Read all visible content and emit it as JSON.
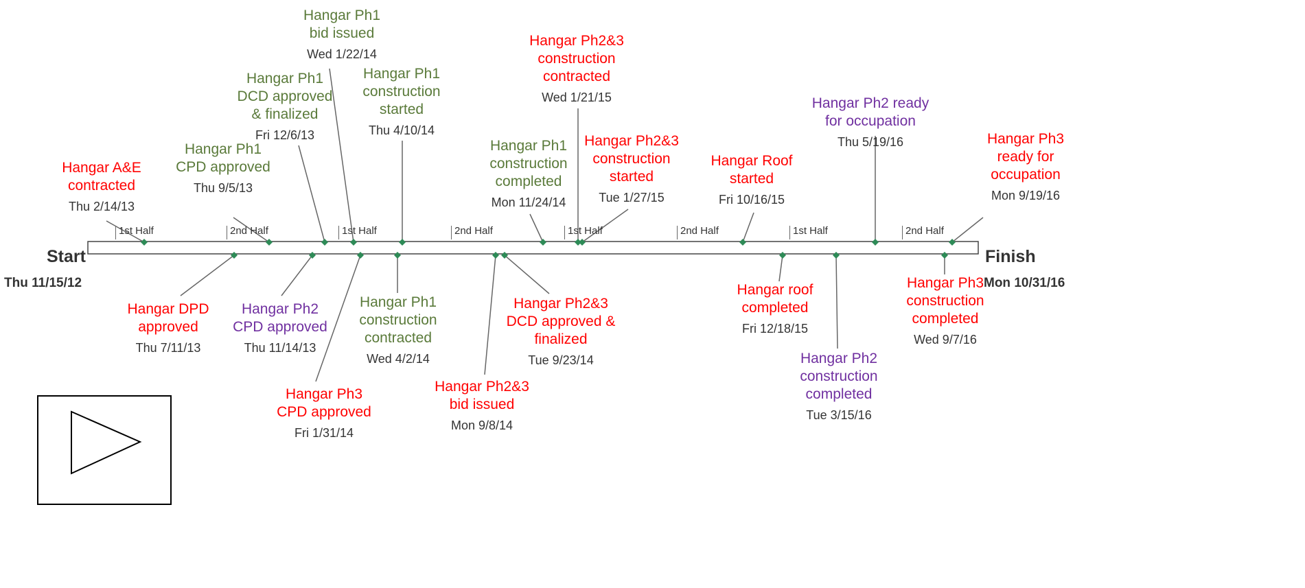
{
  "timeline": {
    "start": {
      "title": "Start",
      "date": "Thu 11/15/12"
    },
    "finish": {
      "title": "Finish",
      "date": "Mon 10/31/16"
    },
    "periods": [
      "1st Half",
      "2nd Half",
      "1st Half",
      "2nd Half",
      "1st Half",
      "2nd Half",
      "1st Half",
      "2nd Half"
    ],
    "colors": {
      "red": "#ff0000",
      "green": "#5a7a3a",
      "purple": "#7030a0",
      "marker": "#2e8b57",
      "date": "#333333"
    },
    "milestones_above": [
      {
        "label": "Hangar A&E contracted",
        "date": "Thu 2/14/13",
        "color": "red"
      },
      {
        "label": "Hangar Ph1 CPD approved",
        "date": "Thu 9/5/13",
        "color": "green"
      },
      {
        "label": "Hangar Ph1 DCD approved & finalized",
        "date": "Fri 12/6/13",
        "color": "green"
      },
      {
        "label": "Hangar Ph1 bid issued",
        "date": "Wed 1/22/14",
        "color": "green"
      },
      {
        "label": "Hangar Ph1 construction started",
        "date": "Thu 4/10/14",
        "color": "green"
      },
      {
        "label": "Hangar Ph1 construction completed",
        "date": "Mon 11/24/14",
        "color": "green"
      },
      {
        "label": "Hangar Ph2&3 construction contracted",
        "date": "Wed 1/21/15",
        "color": "red"
      },
      {
        "label": "Hangar Ph2&3 construction started",
        "date": "Tue 1/27/15",
        "color": "red"
      },
      {
        "label": "Hangar Roof started",
        "date": "Fri 10/16/15",
        "color": "red"
      },
      {
        "label": "Hangar Ph2 ready for occupation",
        "date": "Thu 5/19/16",
        "color": "purple"
      },
      {
        "label": "Hangar Ph3 ready for occupation",
        "date": "Mon 9/19/16",
        "color": "red"
      }
    ],
    "milestones_below": [
      {
        "label": "Hangar DPD approved",
        "date": "Thu 7/11/13",
        "color": "red"
      },
      {
        "label": "Hangar Ph2 CPD approved",
        "date": "Thu 11/14/13",
        "color": "purple"
      },
      {
        "label": "Hangar Ph3 CPD approved",
        "date": "Fri 1/31/14",
        "color": "red"
      },
      {
        "label": "Hangar Ph1 construction contracted",
        "date": "Wed 4/2/14",
        "color": "green"
      },
      {
        "label": "Hangar Ph2&3 bid issued",
        "date": "Mon 9/8/14",
        "color": "red"
      },
      {
        "label": "Hangar Ph2&3 DCD approved & finalized",
        "date": "Tue 9/23/14",
        "color": "red"
      },
      {
        "label": "Hangar roof completed",
        "date": "Fri 12/18/15",
        "color": "red"
      },
      {
        "label": "Hangar Ph2 construction completed",
        "date": "Tue 3/15/16",
        "color": "purple"
      },
      {
        "label": "Hangar Ph3 construction completed",
        "date": "Wed 9/7/16",
        "color": "red"
      }
    ]
  },
  "player": {
    "play_icon": "play-icon"
  }
}
